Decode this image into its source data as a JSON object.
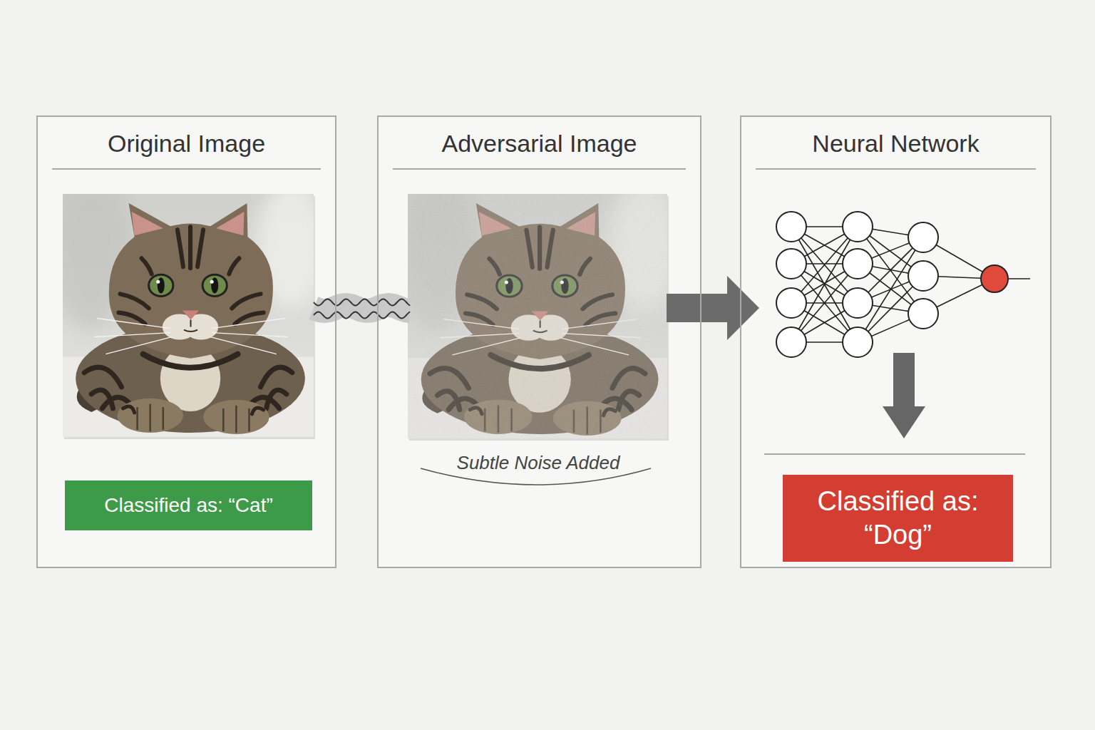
{
  "diagram": {
    "nodes": [
      {
        "text": [
          "Original Image"
        ]
      },
      {
        "text": [
          "Classified as: “Cat”"
        ],
        "in": 0
      },
      {
        "text": [
          "Adversarial Image"
        ]
      },
      {
        "text": [
          "Neural Network"
        ]
      },
      {
        "text": [
          "Classified as: “Dog”"
        ],
        "in": 3
      }
    ],
    "edges": [
      {
        "from": 0,
        "to": 2,
        "arrow": "none"
      },
      {
        "from": 2,
        "to": 3,
        "arrow": "to"
      }
    ],
    "labels": [
      "Subtle Noise Added"
    ]
  }
}
